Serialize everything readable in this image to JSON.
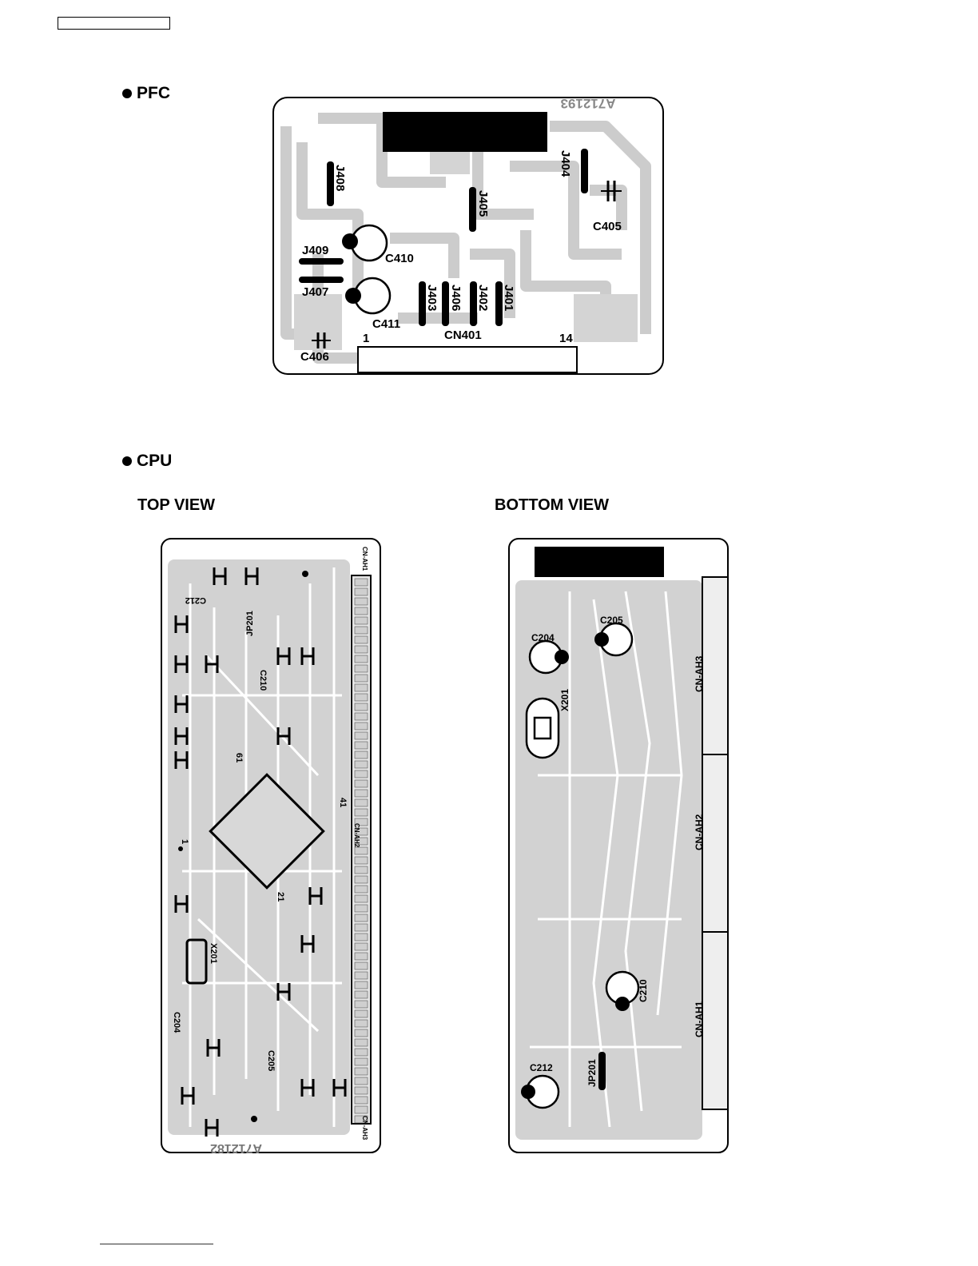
{
  "sections": {
    "pfc": {
      "title": "PFC"
    },
    "cpu": {
      "title": "CPU",
      "top_view": "TOP VIEW",
      "bottom_view": "BOTTOM VIEW"
    }
  },
  "pfc_board": {
    "board_id": "A712193",
    "labels": {
      "j408": "J408",
      "j404": "J404",
      "j405": "J405",
      "c405": "C405",
      "j409": "J409",
      "c410": "C410",
      "j407": "J407",
      "c411": "C411",
      "j403": "J403",
      "j406": "J406",
      "j402": "J402",
      "j401": "J401",
      "cn401": "CN401",
      "pin1": "1",
      "pin14": "14",
      "c406": "C406"
    }
  },
  "cpu_top_board": {
    "board_id": "A712182",
    "labels": {
      "cn_ah1": "CN-AH1",
      "cn_ah2": "CN-AH2",
      "cn_ah3": "CN-AH3",
      "c212": "C212",
      "jp201": "JP201",
      "c210": "C210",
      "pin61": "61",
      "pin41": "41",
      "pin21": "21",
      "pin1": "1",
      "x201": "X201",
      "c204": "C204",
      "c205": "C205"
    }
  },
  "cpu_bottom_board": {
    "labels": {
      "c205": "C205",
      "c204": "C204",
      "x201": "X201",
      "cn_ah3": "CN-AH3",
      "cn_ah2": "CN-AH2",
      "cn_ah1": "CN-AH1",
      "c210": "C210",
      "c212": "C212",
      "jp201": "JP201"
    }
  }
}
